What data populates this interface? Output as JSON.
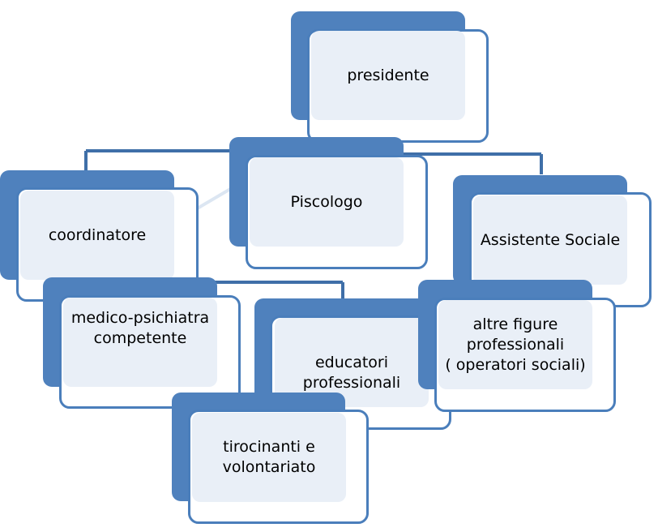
{
  "diagram": {
    "nodes": {
      "presidente": {
        "label": "presidente"
      },
      "psicologo": {
        "label": "Piscologo"
      },
      "coordinatore": {
        "label": "coordinatore"
      },
      "assistente_sociale": {
        "label": "Assistente Sociale"
      },
      "medico_psichiatra": {
        "label": "medico-psichiatra\ncompetente"
      },
      "educatori": {
        "label": "educatori\nprofessionali"
      },
      "altre_figure": {
        "label": "altre figure\nprofessionali\n( operatori sociali)"
      },
      "tirocinanti": {
        "label": "tirocinanti e\nvolontariato"
      }
    },
    "colors": {
      "box_primary": "#4f81bd",
      "box_fill": "#e9eff7",
      "box_outline": "#4a7ebb",
      "connector": "#3f6fa8"
    }
  }
}
